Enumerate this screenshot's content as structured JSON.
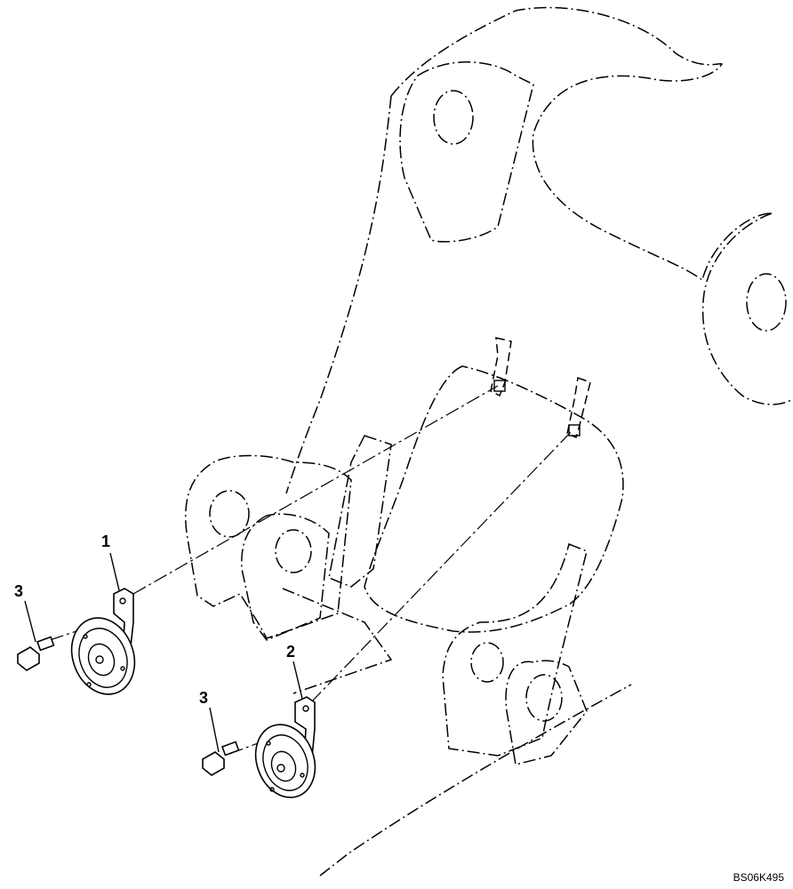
{
  "diagram": {
    "callouts": {
      "horn_upper": "1",
      "horn_lower": "2",
      "bolt_upper": "3",
      "bolt_lower": "3"
    },
    "drawing_code": "BS06K495"
  }
}
